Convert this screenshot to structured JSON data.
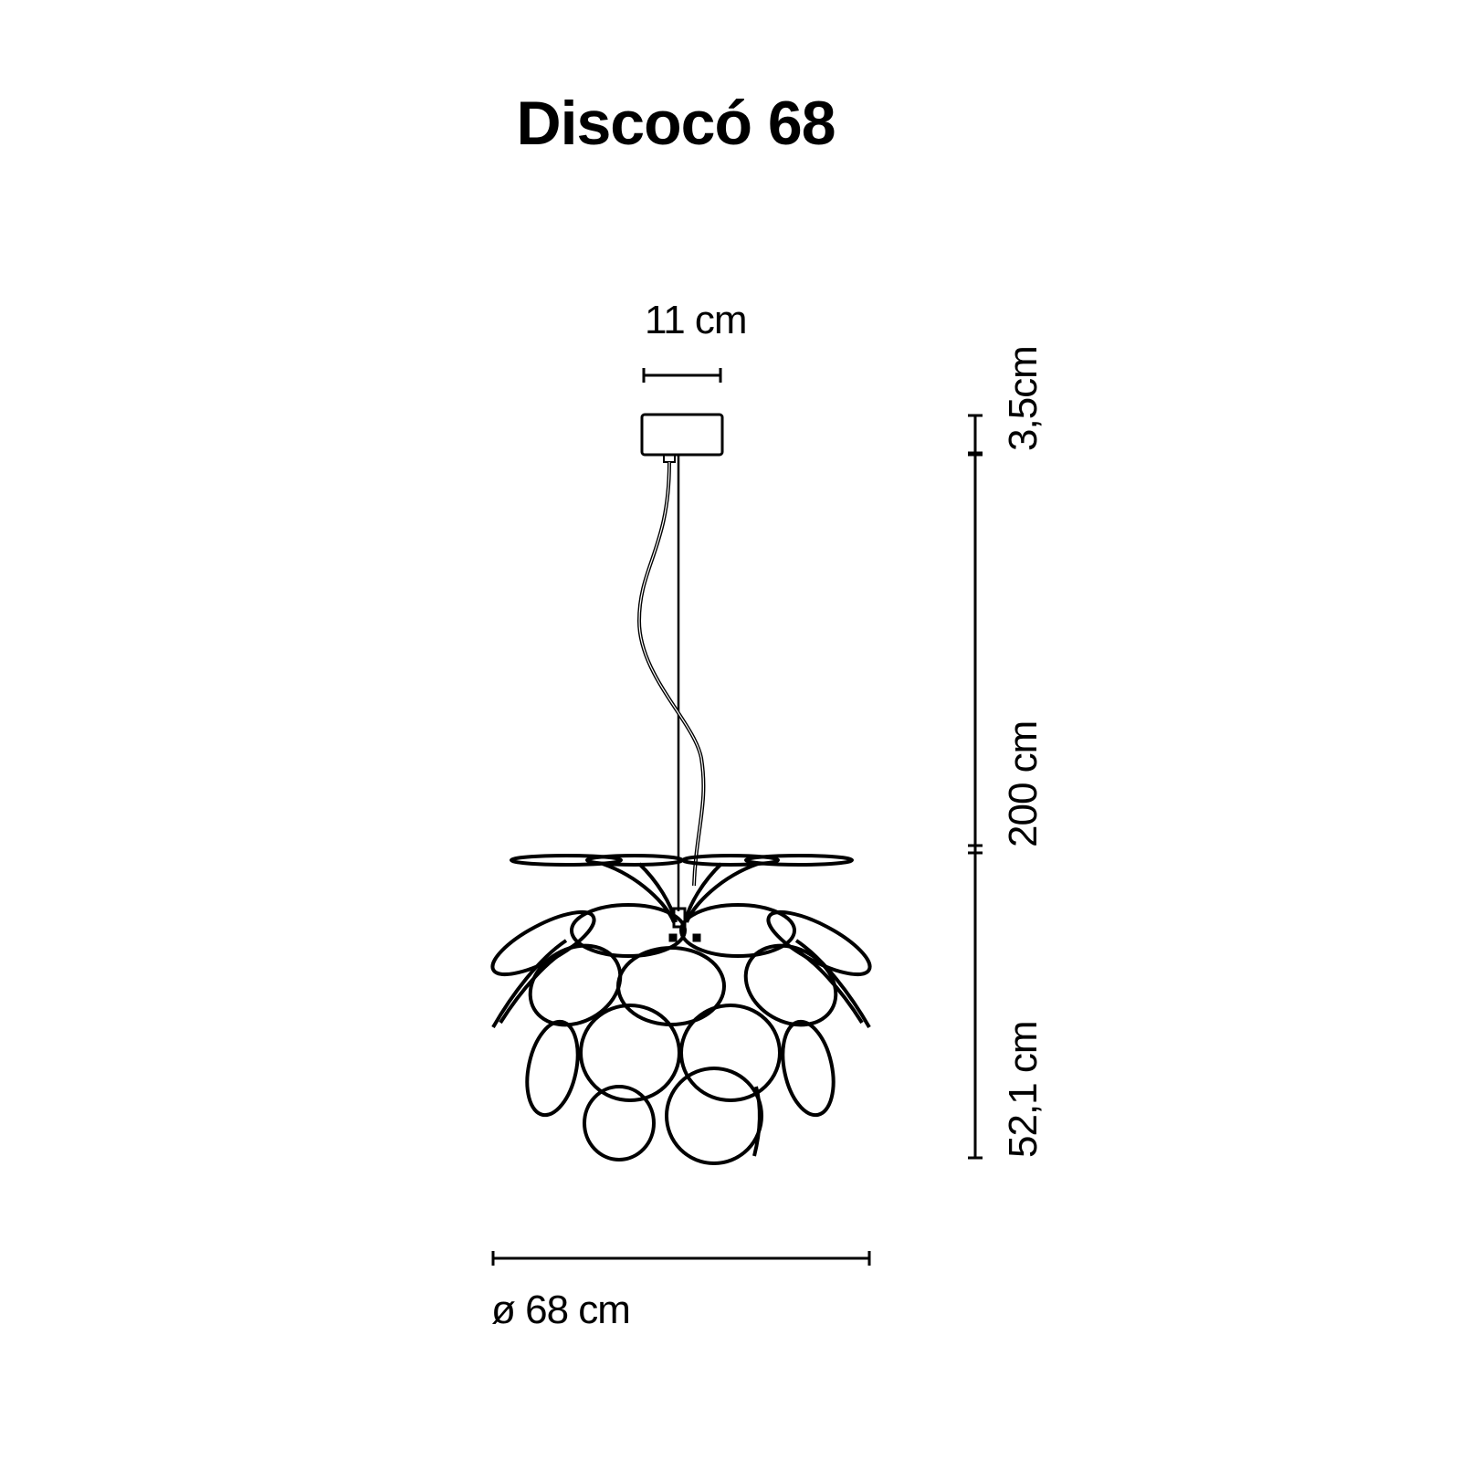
{
  "title": "Discocó 68",
  "dimensions": {
    "canopy_width": "11 cm",
    "canopy_height": "3,5cm",
    "cable_length": "200 cm",
    "shade_height": "52,1 cm",
    "shade_diameter": "ø 68 cm"
  },
  "colors": {
    "line": "#000000",
    "background": "#ffffff"
  }
}
